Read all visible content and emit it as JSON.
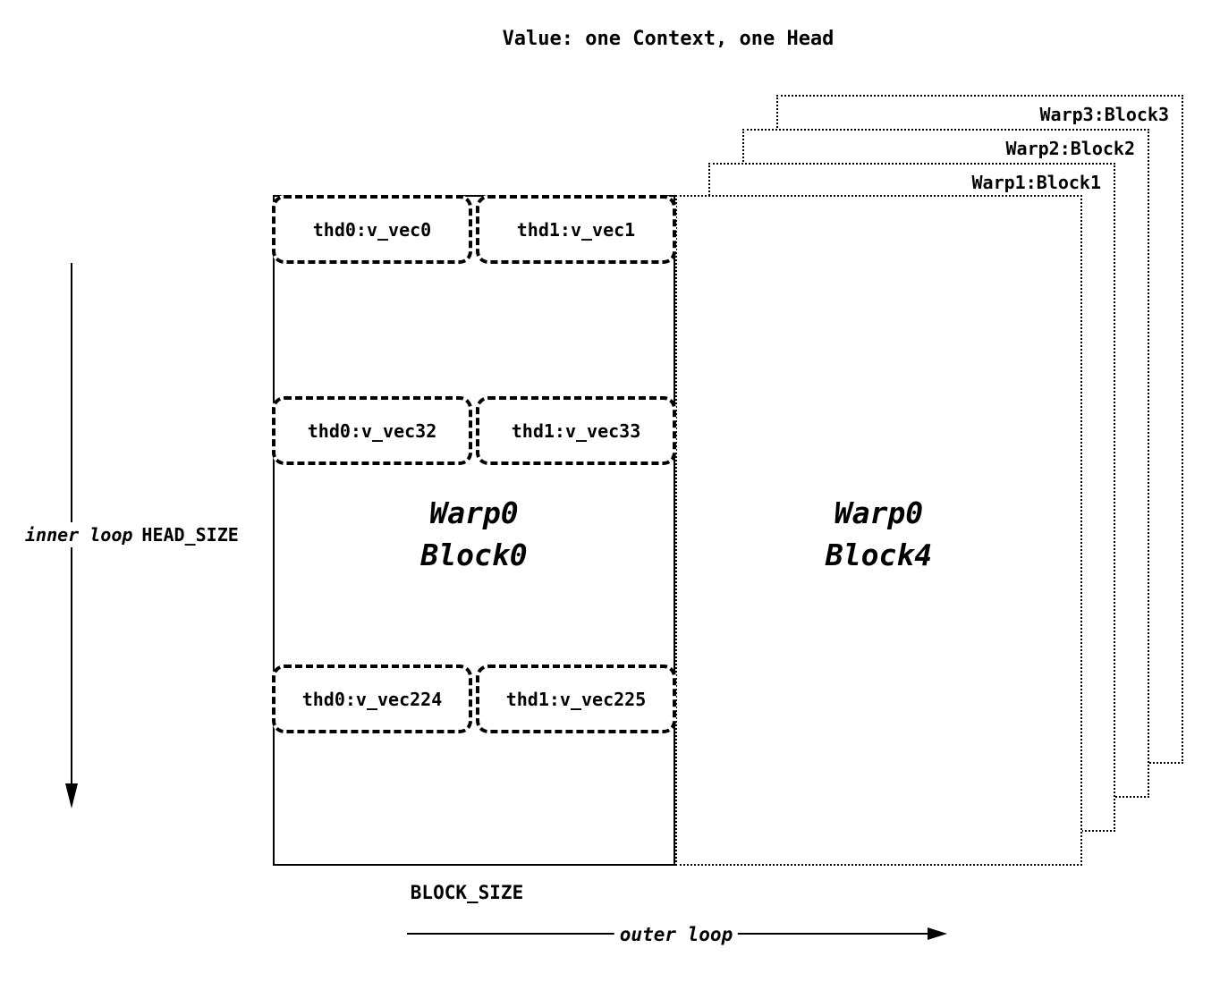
{
  "title": "Value: one Context, one Head",
  "block0": {
    "label_line1": "Warp0",
    "label_line2": "Block0",
    "rows": [
      {
        "left": "thd0:v_vec0",
        "right": "thd1:v_vec1"
      },
      {
        "left": "thd0:v_vec32",
        "right": "thd1:v_vec33"
      },
      {
        "left": "thd0:v_vec224",
        "right": "thd1:v_vec225"
      }
    ]
  },
  "block4": {
    "label_line1": "Warp0",
    "label_line2": "Block4"
  },
  "stacked_blocks": [
    {
      "label": "Warp1:Block1"
    },
    {
      "label": "Warp2:Block2"
    },
    {
      "label": "Warp3:Block3"
    }
  ],
  "axis_labels": {
    "inner_loop": "inner loop",
    "head_size": "HEAD_SIZE",
    "block_size": "BLOCK_SIZE",
    "outer_loop": "outer loop"
  },
  "colors": {
    "foreground": "#000000",
    "background": "#ffffff"
  }
}
